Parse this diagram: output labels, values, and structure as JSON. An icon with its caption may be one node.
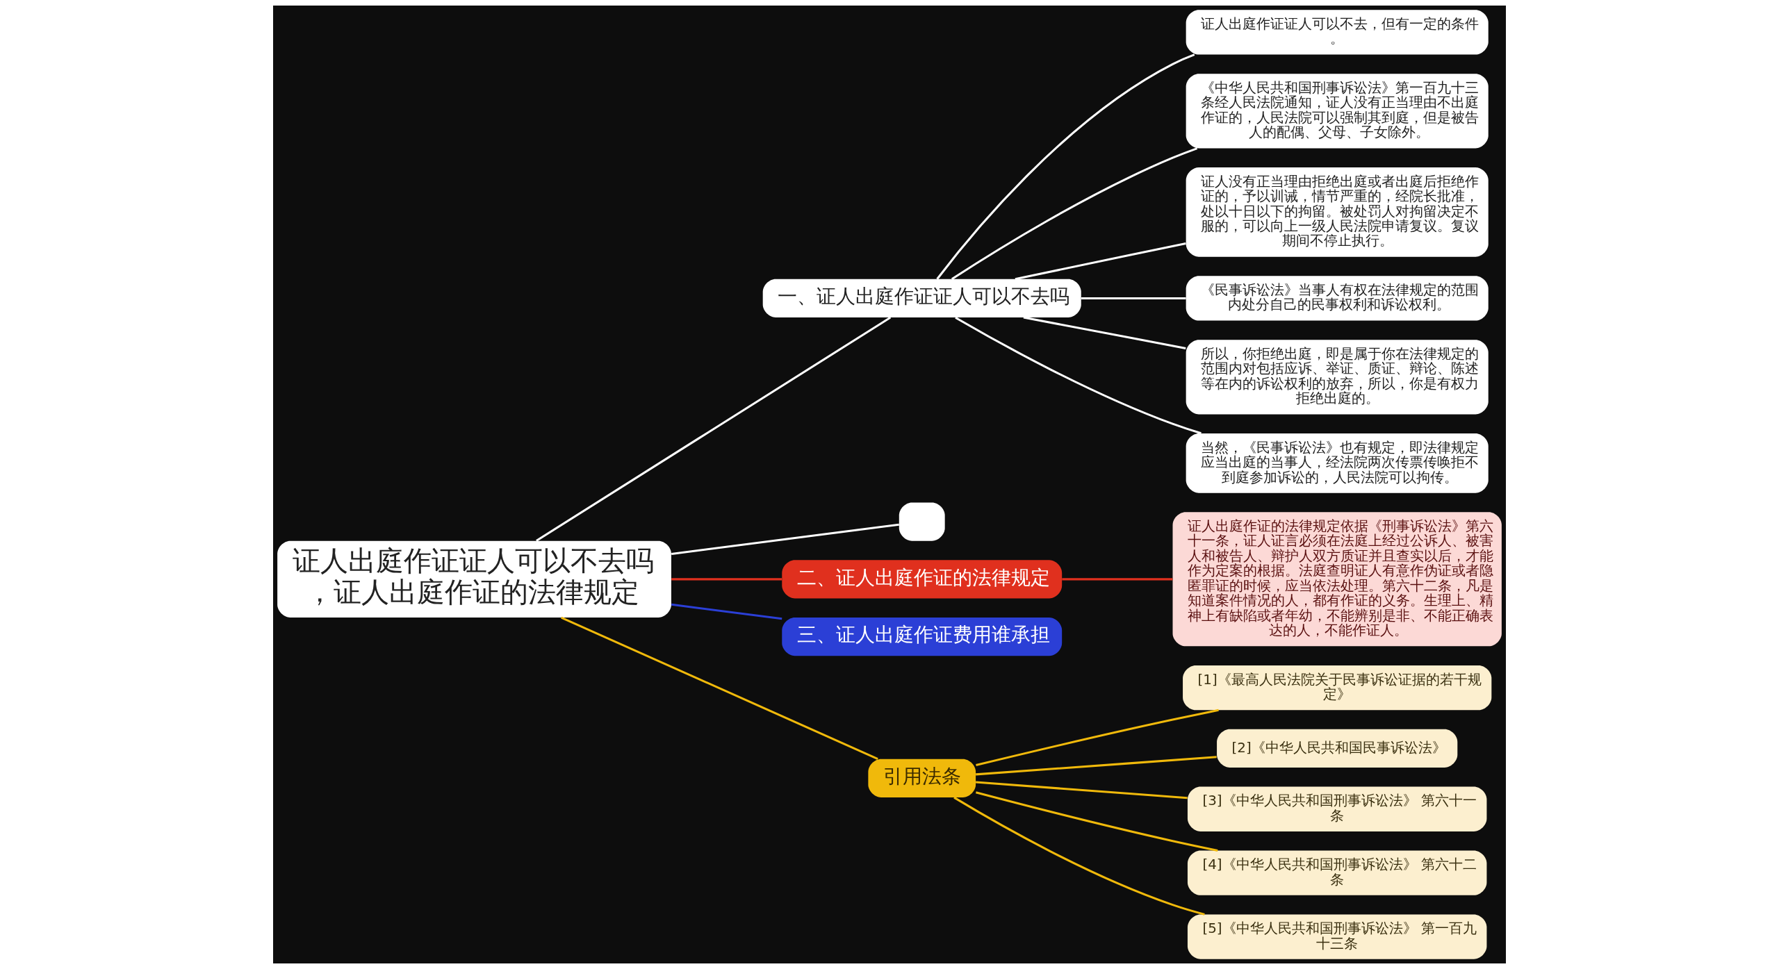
{
  "diagram": {
    "nodes": [
      {
        "text": [
          "证人出庭作证证人可以不去吗，证人出庭作证的法律规定"
        ]
      },
      {
        "text": [
          "一、证人出庭作证证人可以不去吗"
        ]
      },
      {
        "text": [
          "证人出庭作证证人可以不去，但有一定的条件。"
        ]
      },
      {
        "text": [
          "《中华人民共和国刑事诉讼法》第一百九十三条经人民法院通知，证人没有正当理由不出庭作证的，人民法院可以强制其到庭，但是被告人的配偶、父母、子女除外。"
        ]
      },
      {
        "text": [
          "证人没有正当理由拒绝出庭或者出庭后拒绝作证的，予以训诫，情节严重的，经院长批准，处以十日以下的拘留。被处罚人对拘留决定不服的，可以向上一级人民法院申请复议。复议期间不停止执行。"
        ]
      },
      {
        "text": [
          "《民事诉讼法》当事人有权在法律规定的范围内处分自己的民事权利和诉讼权利。"
        ]
      },
      {
        "text": [
          "所以，你拒绝出庭，即是属于你在法律规定的范围内对包括应诉、举证、质证、辩论、陈述等在内的诉讼权利的放弃，所以，你是有权力拒绝出庭的。"
        ]
      },
      {
        "text": [
          "当然，《民事诉讼法》也有规定，即法律规定应当出庭的当事人，经法院两次传票传唤拒不到庭参加诉讼的，人民法院可以拘传。"
        ]
      },
      {
        "text": [],
        "shape": "box"
      },
      {
        "text": [
          "二、证人出庭作证的法律规定"
        ]
      },
      {
        "text": [
          "证人出庭作证的法律规定依据《刑事诉讼法》第六十一条，证人证言必须在法庭上经过公诉人、被害人和被告人、辩护人双方质证并且查实以后，才能作为定案的根据。法庭查明证人有意作伪证或者隐匿罪证的时候，应当依法处理。第六十二条，凡是知道案件情况的人，都有作证的义务。生理上、精神上有缺陷或者年幼，不能辨别是非、不能正确表达的人，不能作证人。"
        ]
      },
      {
        "text": [
          "三、证人出庭作证费用谁承担"
        ]
      },
      {
        "text": [
          "引用法条"
        ]
      },
      {
        "text": [
          "[1]《最高人民法院关于民事诉讼证据的若干规定》"
        ]
      },
      {
        "text": [
          "[2]《中华人民共和国民事诉讼法》"
        ]
      },
      {
        "text": [
          "[3]《中华人民共和国刑事诉讼法》 第六十一条"
        ]
      },
      {
        "text": [
          "[4]《中华人民共和国刑事诉讼法》 第六十二条"
        ]
      },
      {
        "text": [
          "[5]《中华人民共和国刑事诉讼法》 第一百九十三条"
        ]
      }
    ],
    "edges": [
      {
        "from": 0,
        "to": 1,
        "arrow": "none"
      },
      {
        "from": 1,
        "to": 2,
        "arrow": "none"
      },
      {
        "from": 1,
        "to": 3,
        "arrow": "none"
      },
      {
        "from": 1,
        "to": 4,
        "arrow": "none"
      },
      {
        "from": 1,
        "to": 5,
        "arrow": "none"
      },
      {
        "from": 1,
        "to": 6,
        "arrow": "none"
      },
      {
        "from": 1,
        "to": 7,
        "arrow": "none"
      },
      {
        "from": 0,
        "to": 8,
        "arrow": "none"
      },
      {
        "from": 0,
        "to": 9,
        "arrow": "none",
        "color": "#e0301e"
      },
      {
        "from": 9,
        "to": 10,
        "arrow": "none",
        "color": "#e0301e"
      },
      {
        "from": 0,
        "to": 11,
        "arrow": "none",
        "color": "#2b3fd6"
      },
      {
        "from": 0,
        "to": 12,
        "arrow": "none",
        "color": "#f0b90b"
      },
      {
        "from": 12,
        "to": 13,
        "arrow": "none",
        "color": "#f0b90b"
      },
      {
        "from": 12,
        "to": 14,
        "arrow": "none",
        "color": "#f0b90b"
      },
      {
        "from": 12,
        "to": 15,
        "arrow": "none",
        "color": "#f0b90b"
      },
      {
        "from": 12,
        "to": 16,
        "arrow": "none",
        "color": "#f0b90b"
      },
      {
        "from": 12,
        "to": 17,
        "arrow": "none",
        "color": "#f0b90b"
      }
    ]
  }
}
